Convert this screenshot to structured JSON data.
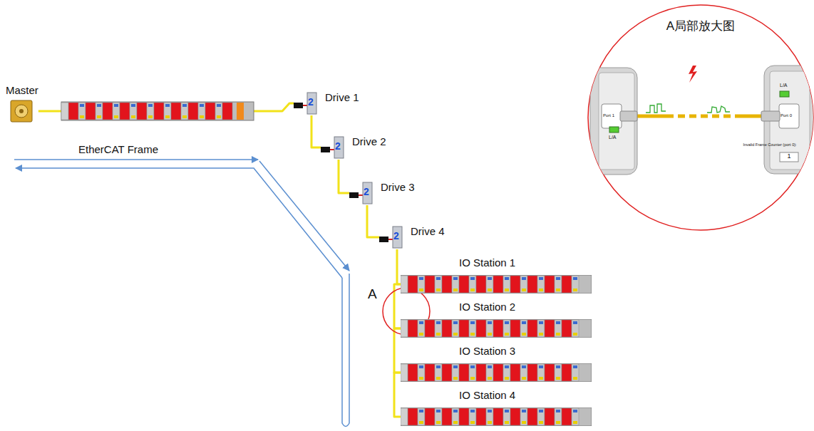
{
  "diagram": {
    "nodes": [
      {
        "text": [
          "Master"
        ]
      },
      {
        "text": [
          "Drive 1"
        ]
      },
      {
        "text": [
          "Drive 2"
        ]
      },
      {
        "text": [
          "Drive 3"
        ]
      },
      {
        "text": [
          "Drive 4"
        ]
      },
      {
        "text": [
          "IO Station 1"
        ]
      },
      {
        "text": [
          "IO Station 2"
        ]
      },
      {
        "text": [
          "IO Station 3"
        ]
      },
      {
        "text": [
          "IO Station 4"
        ]
      }
    ],
    "edges": [
      {
        "from": 0,
        "to": 1,
        "arrow": "none"
      },
      {
        "from": 1,
        "to": 2,
        "arrow": "none"
      },
      {
        "from": 2,
        "to": 3,
        "arrow": "none"
      },
      {
        "from": 3,
        "to": 4,
        "arrow": "none"
      },
      {
        "from": 4,
        "to": 5,
        "arrow": "none"
      },
      {
        "from": 5,
        "to": 6,
        "arrow": "none"
      },
      {
        "from": 6,
        "to": 7,
        "arrow": "none"
      },
      {
        "from": 7,
        "to": 8,
        "arrow": "none"
      }
    ],
    "labels": [
      "EtherCAT Frame",
      "A",
      "A局部放大图",
      "Port 1",
      "L/A",
      "L/A",
      "Port 0",
      "Invalid Frame Counter (port 0):",
      "1",
      "2",
      "2",
      "2",
      "2"
    ]
  }
}
